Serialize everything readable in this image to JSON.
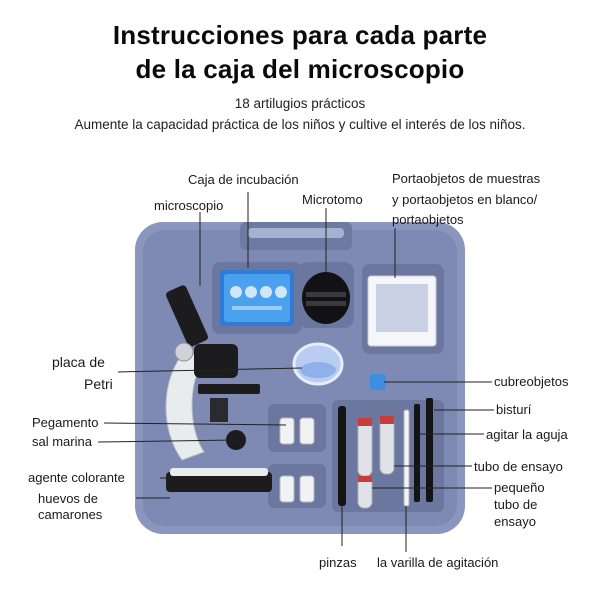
{
  "header": {
    "title_line1": "Instrucciones para cada parte",
    "title_line2": "de la caja del microscopio",
    "subtitle_line1": "18 artilugios prácticos",
    "subtitle_line2": "Aumente la capacidad práctica de los niños y cultive el interés de los niños."
  },
  "labels": {
    "incubation_box": "Caja de incubación",
    "microscope": "microscopio",
    "microtome": "Microtomo",
    "slides_line1": "Portaobjetos de muestras",
    "slides_line2": "y portaobjetos en blanco/",
    "slides_line3": "portaobjetos",
    "petri_line1": "placa de",
    "petri_line2": "Petri",
    "glue": "Pegamento",
    "sea_salt": "sal marina",
    "dye": "agente colorante",
    "shrimp_eggs_line1": "huevos de",
    "shrimp_eggs_line2": "camarones",
    "coverslips": "cubreobjetos",
    "scalpel": "bisturí",
    "needle": "agitar la aguja",
    "test_tube": "tubo de ensayo",
    "small_tube_line1": "pequeño",
    "small_tube_line2": "tubo de",
    "small_tube_line3": "ensayo",
    "tweezers": "pinzas",
    "stir_rod": "la varilla de agitación"
  },
  "colors": {
    "case": "#8a96bd",
    "case_dark": "#6f7aa3",
    "case_inner": "#7e8ab3",
    "microscope_body": "#1c1c1f",
    "microscope_arm": "#e9ecef",
    "accent_blue": "#3d8fe0"
  }
}
